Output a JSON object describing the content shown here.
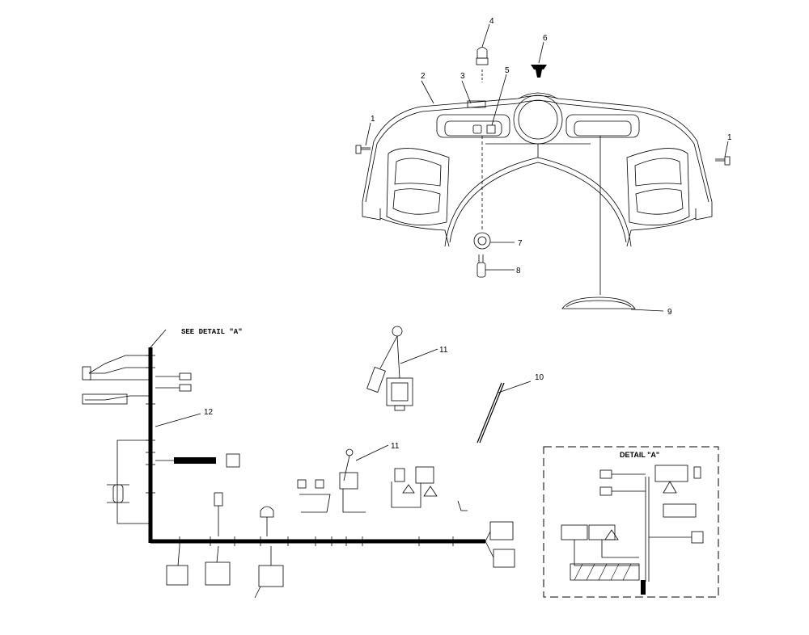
{
  "callouts": {
    "c1a": "1",
    "c1b": "1",
    "c2": "2",
    "c3": "3",
    "c4": "4",
    "c5": "5",
    "c6": "6",
    "c7": "7",
    "c8": "8",
    "c9": "9",
    "c10": "10",
    "c11a": "11",
    "c11b": "11",
    "c12": "12"
  },
  "see_detail_label": "SEE DETAIL \"A\"",
  "detail_title": "DETAIL \"A\""
}
